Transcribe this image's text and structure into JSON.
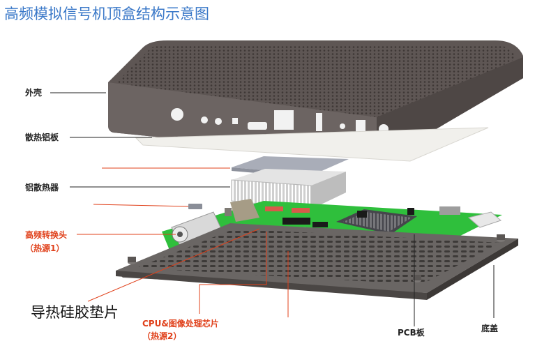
{
  "title": "高频模拟信号机顶盒结构示意图",
  "labels": {
    "shell": "外壳",
    "heat_plate": "散热铝板",
    "heatsink": "铝散热器",
    "rf_head_line1": "高频转换头",
    "rf_head_line2": "（热源1）",
    "thermal_pad": "导热硅胶垫片",
    "cpu_line1": "CPU&图像处理芯片",
    "cpu_line2": "（热源2）",
    "pcb": "PCB板",
    "base": "底盖"
  },
  "colors": {
    "title": "#3a78c8",
    "callout_red": "#e0401a",
    "shell": "#5e5654",
    "pcb": "#2fbf3c",
    "base": "#6a6664"
  }
}
